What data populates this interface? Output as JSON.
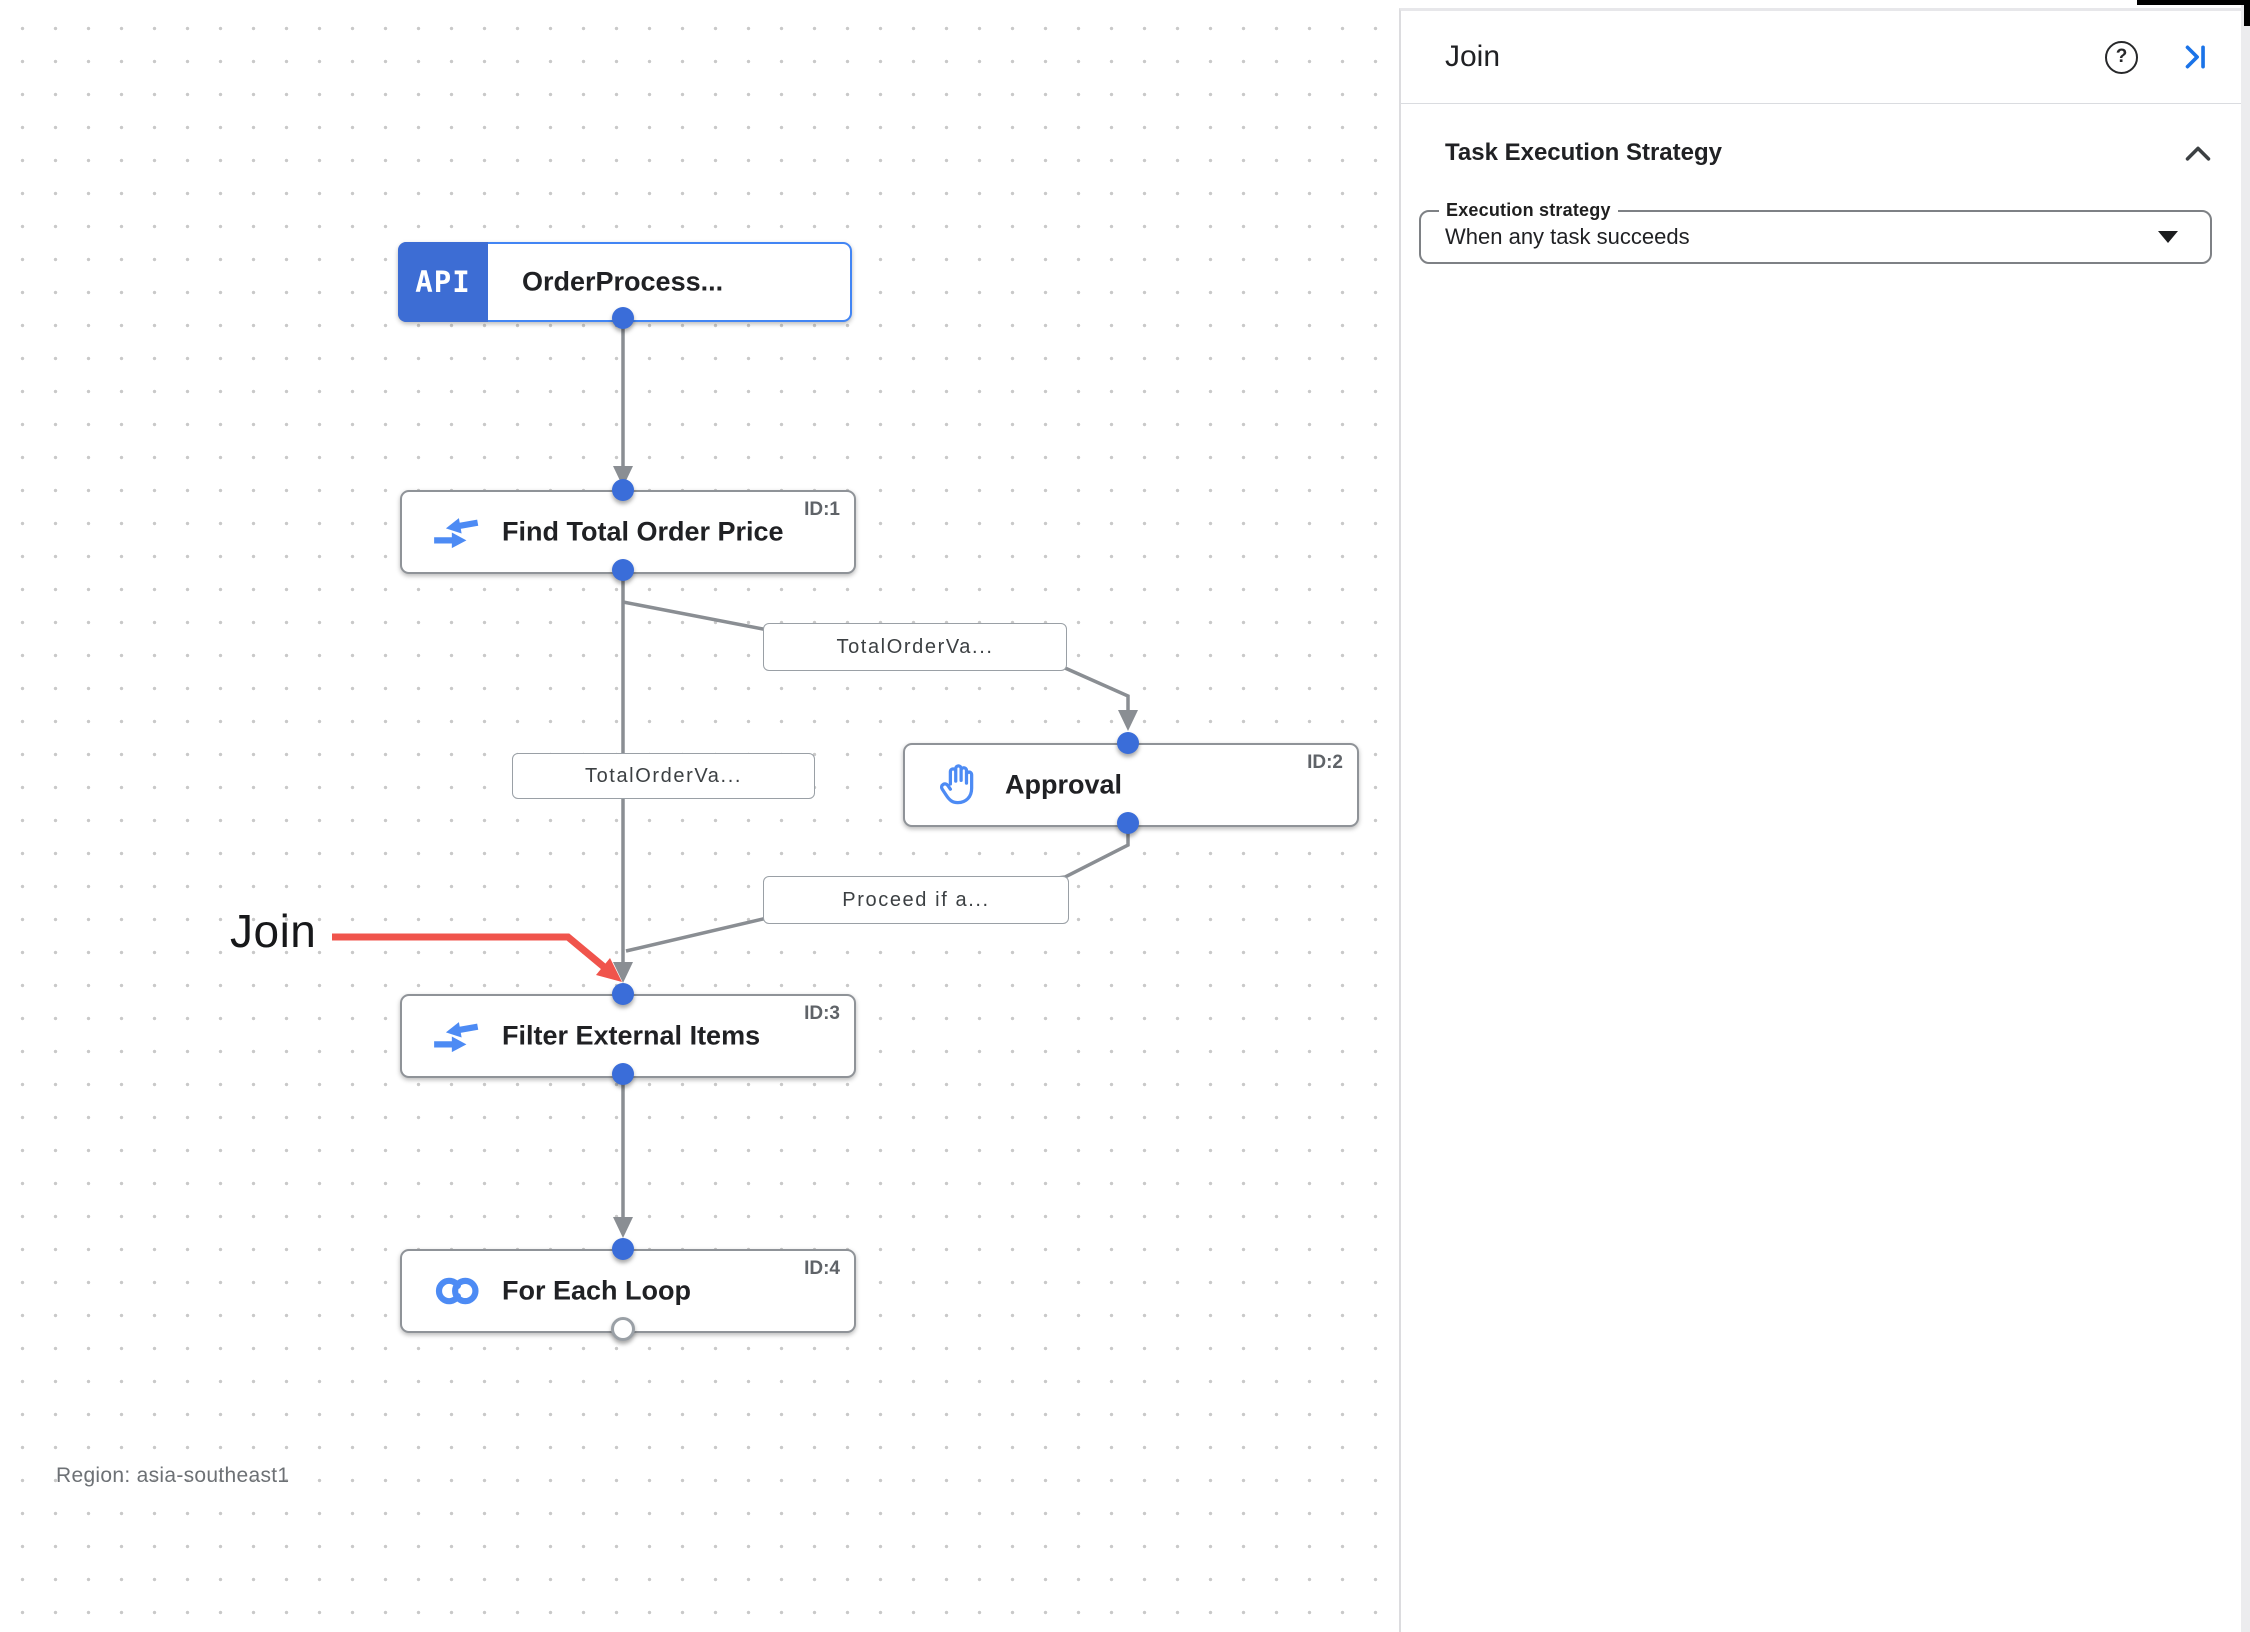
{
  "colors": {
    "accent_blue": "#1a73e8",
    "node_dot_blue": "#3a6dd9",
    "trigger_badge_blue": "#3d6dd4",
    "task_icon_blue": "#4d8bf4",
    "edge_gray": "#8a8e93",
    "annotation_red": "#f0544c"
  },
  "panel": {
    "title": "Join",
    "help_icon": "?",
    "icons": [
      "help-icon",
      "collapse-panel-icon"
    ],
    "section": {
      "title": "Task Execution Strategy",
      "collapse_icon": "chevron-up-icon",
      "field_label": "Execution strategy",
      "field_value": "When any task succeeds"
    }
  },
  "canvas": {
    "region_label": "Region: asia-southeast1",
    "annotation": {
      "label": "Join"
    },
    "nodes": [
      {
        "label": "OrderProcess...",
        "badge": "API",
        "icon": "api-trigger-badge"
      },
      {
        "label": "Find Total Order Price",
        "id": "ID:1",
        "icon": "data-mapping-icon"
      },
      {
        "label": "Approval",
        "id": "ID:2",
        "icon": "approval-hand-icon"
      },
      {
        "label": "Filter External Items",
        "id": "ID:3",
        "icon": "data-mapping-icon"
      },
      {
        "label": "For Each Loop",
        "id": "ID:4",
        "icon": "for-each-loop-icon"
      }
    ],
    "edge_labels": [
      "TotalOrderVa...",
      "TotalOrderVa...",
      "Proceed if a..."
    ]
  }
}
